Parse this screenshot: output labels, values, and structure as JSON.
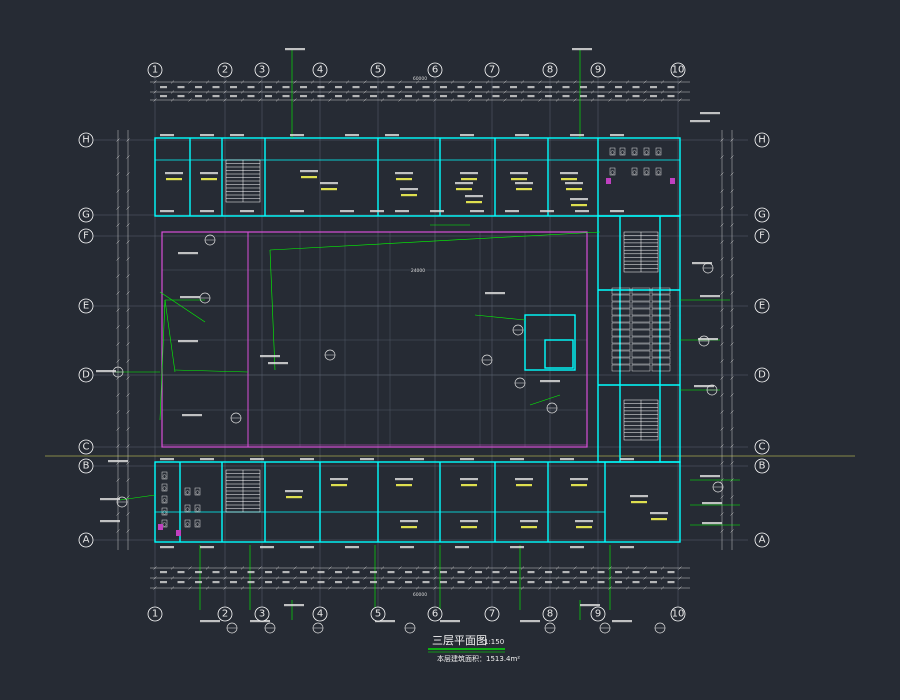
{
  "colors": {
    "background": "#262b34",
    "wall": "#00ffff",
    "axis": "#00ff00",
    "text": "#ffffff",
    "highlight": "#ffff00",
    "accent": "#ff00ff",
    "grid": "#5a6270"
  },
  "drawing": {
    "title": "三层平面图",
    "scale": "1:150",
    "area_label": "本层建筑面积：1513.4m²"
  },
  "axes": {
    "columns": [
      "1",
      "2",
      "3",
      "4",
      "5",
      "6",
      "7",
      "8",
      "9",
      "10"
    ],
    "rows_right": [
      "H",
      "G",
      "F",
      "E",
      "D",
      "C",
      "B",
      "A"
    ],
    "rows_left": [
      "H",
      "G",
      "F",
      "E",
      "D",
      "C",
      "B",
      "A"
    ]
  },
  "dimensions": {
    "top_total": "60000",
    "bottom_total": "60000",
    "roof_width": "24000"
  },
  "icons": [
    "axis-bubble-icon",
    "section-mark-icon",
    "stair-icon",
    "toilet-fixture-icon"
  ]
}
